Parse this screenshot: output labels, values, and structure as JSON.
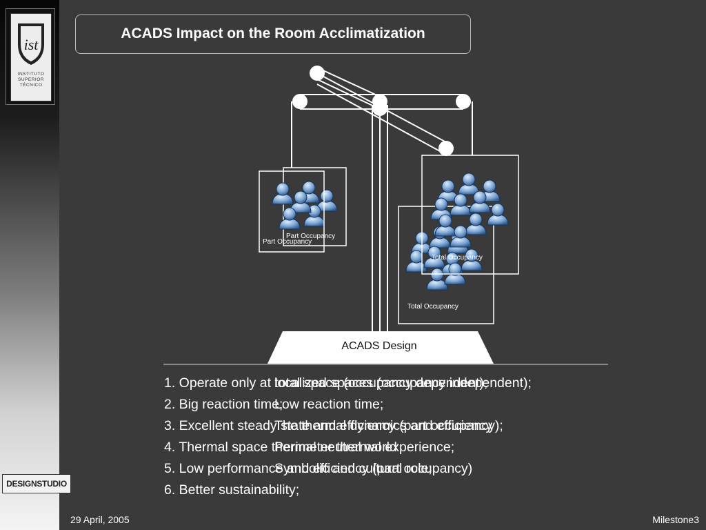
{
  "slide": {
    "title": "ACADS Impact on the Room Acclimatization",
    "logo_text": "INSTITUTO\nSUPERIOR\nTÉCNICO",
    "logo_mark": "ist",
    "design_studio_logo": "DESIGNSTUDIO",
    "date": "29 April, 2005",
    "milestone": "Milestone3"
  },
  "diagram": {
    "base_label": "ACADS Design",
    "left_pan_labels": [
      "Part Occupancy",
      "Part Occupancy"
    ],
    "right_pan_labels": [
      "Total Occupancy",
      "Total Occupancy"
    ],
    "icon": "person-icon"
  },
  "list_items": [
    "1. Operate only at total space (occupancy dependent);",
    "2. Big reaction time;",
    "3. Excellent steady state and efficiency (part occupancy);",
    "4. Thermal space thermal neutral world",
    "5. Low performance and efficiency (part occupancy)",
    "6. Better sustainability;"
  ],
  "overlay_items": [
    "localized spaces (occupancy independent);",
    "Low reaction time;",
    "The thermal dynamics and efficiency",
    "Perimeter thermal experience;",
    "Symbolic and cultural role;"
  ]
}
